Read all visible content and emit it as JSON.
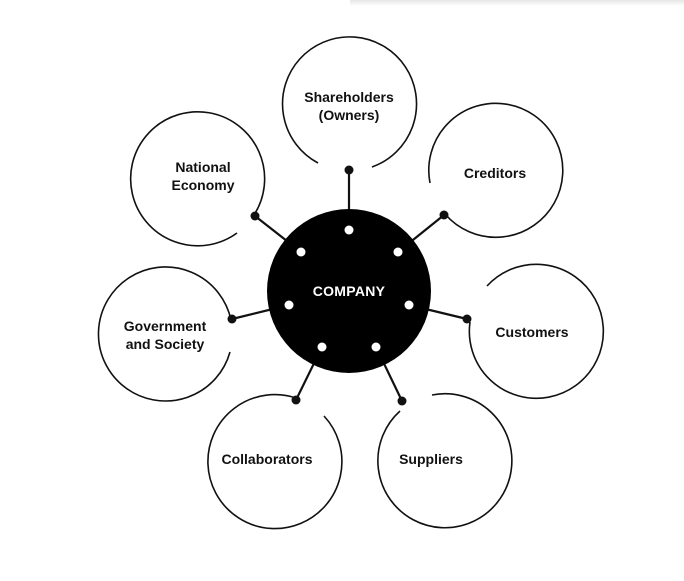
{
  "center": {
    "label": "COMPANY"
  },
  "stakeholders": [
    {
      "id": "shareholders",
      "label": "Shareholders\n(Owners)"
    },
    {
      "id": "creditors",
      "label": "Creditors"
    },
    {
      "id": "customers",
      "label": "Customers"
    },
    {
      "id": "suppliers",
      "label": "Suppliers"
    },
    {
      "id": "collaborators",
      "label": "Collaborators"
    },
    {
      "id": "government-society",
      "label": "Government\nand Society"
    },
    {
      "id": "national-economy",
      "label": "National\nEconomy"
    }
  ],
  "colors": {
    "ink": "#111111",
    "center_fill": "#000000",
    "center_text": "#ffffff",
    "background": "#ffffff"
  }
}
